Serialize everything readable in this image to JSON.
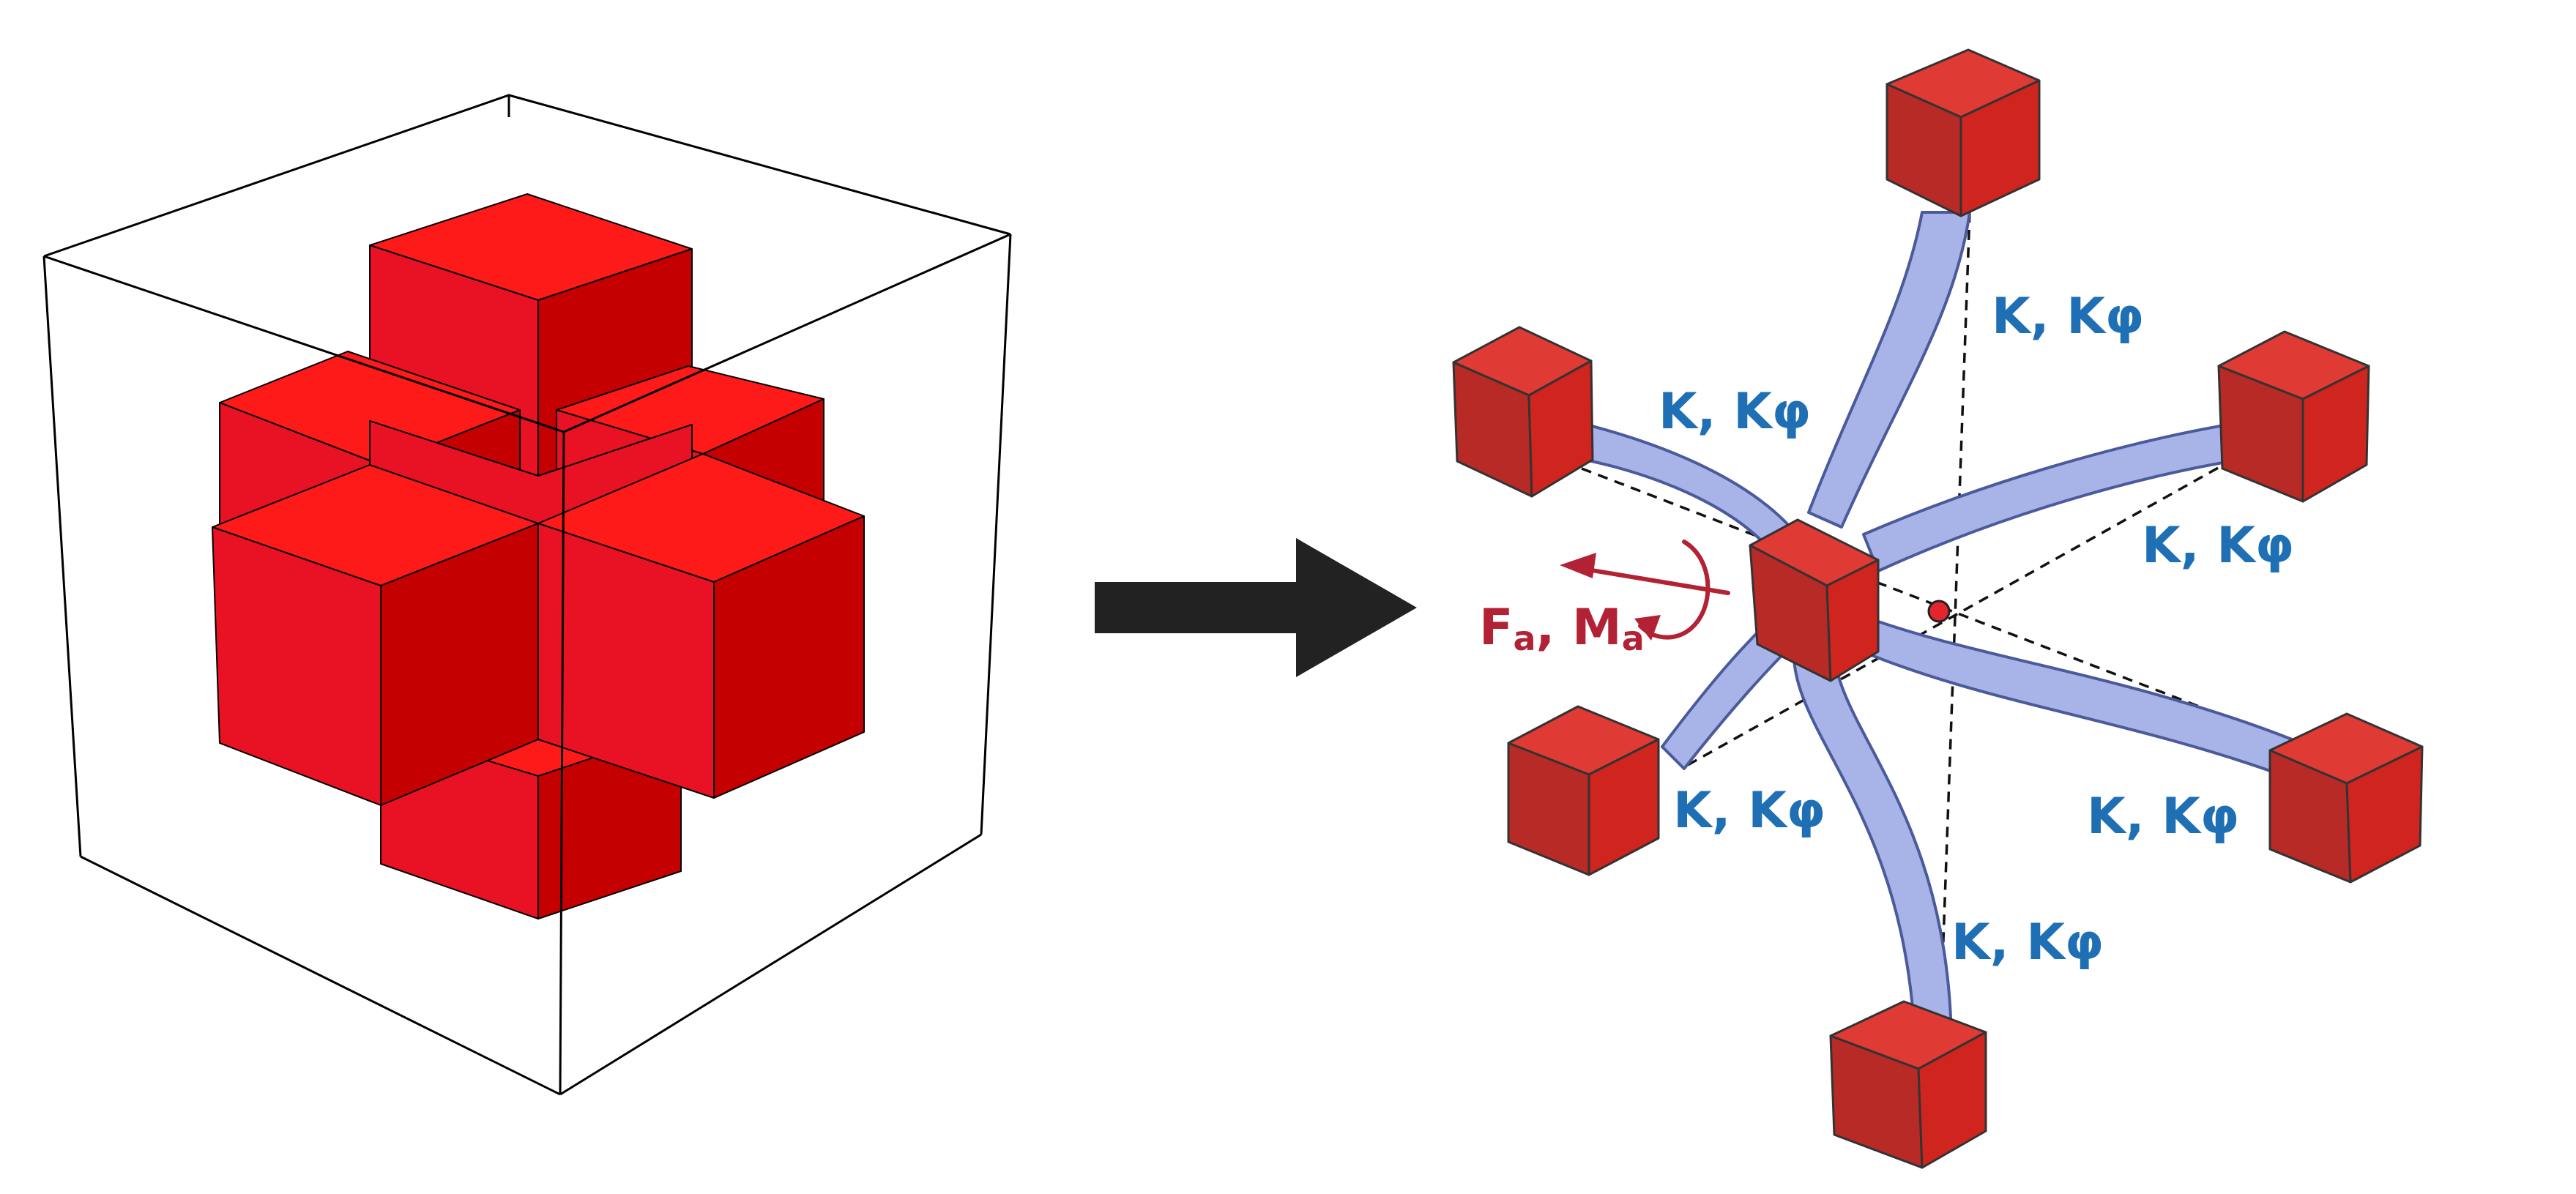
{
  "beam_label": "K, Kφ",
  "load_label": {
    "main_f": "F",
    "sub_a1": "a",
    "sep": ", ",
    "main_m": "M",
    "sub_a2": "a"
  },
  "colors": {
    "cube_top": "#ff1a1a",
    "cube_left": "#e81224",
    "cube_right": "#c40000",
    "node_top": "#e03a35",
    "node_left": "#b72a26",
    "node_right": "#d0241f",
    "beam_fill": "#a8b4e8",
    "beam_stroke": "#4a5a9a",
    "arrow": "#222222",
    "load": "#b22234",
    "beam_label": "#1f6fb5"
  }
}
